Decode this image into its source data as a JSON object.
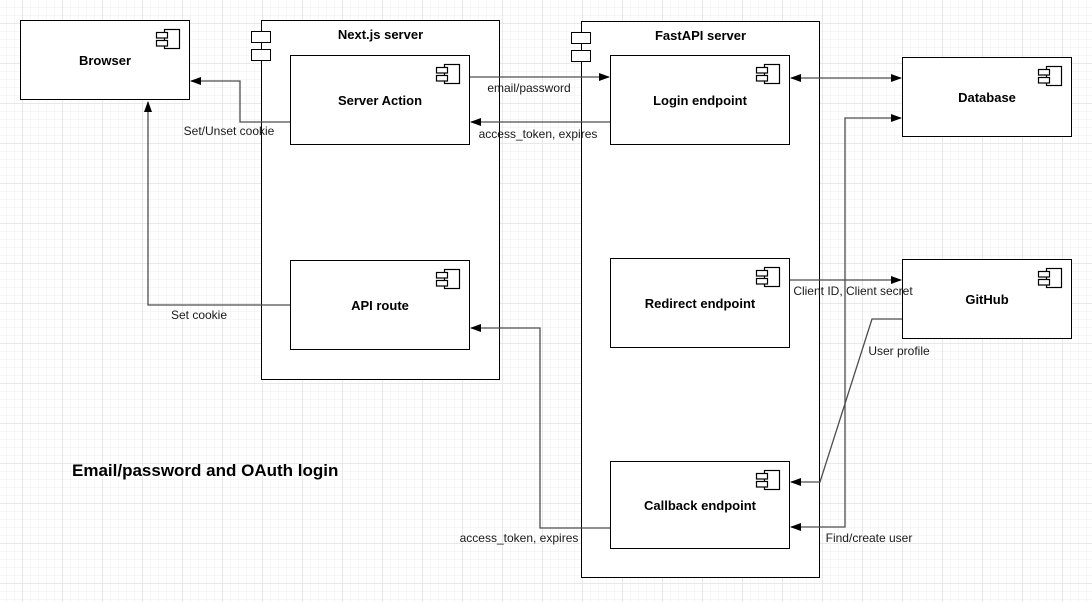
{
  "title": {
    "text": "Email/password and OAuth login"
  },
  "containers": {
    "nextjs": {
      "label": "Next.js server"
    },
    "fastapi": {
      "label": "FastAPI server"
    }
  },
  "components": {
    "browser": {
      "label": "Browser"
    },
    "server_action": {
      "label": "Server Action"
    },
    "api_route": {
      "label": "API route"
    },
    "login_endpoint": {
      "label": "Login endpoint"
    },
    "redirect_endpoint": {
      "label": "Redirect endpoint"
    },
    "callback_endpoint": {
      "label": "Callback endpoint"
    },
    "database": {
      "label": "Database"
    },
    "github": {
      "label": "GitHub"
    }
  },
  "edges": {
    "email_password": {
      "label": "email/password"
    },
    "access_token_top": {
      "label": "access_token, expires"
    },
    "set_unset_cookie": {
      "label": "Set/Unset cookie"
    },
    "set_cookie": {
      "label": "Set cookie"
    },
    "access_token_bottom": {
      "label": "access_token, expires"
    },
    "client_id_secret": {
      "label": "Client ID, Client secret"
    },
    "user_profile": {
      "label": "User profile"
    },
    "find_create_user": {
      "label": "Find/create user"
    }
  },
  "icons": {
    "component": "uml-component-icon"
  },
  "colors": {
    "shape_stroke": "#000000",
    "shape_fill": "#ffffff",
    "edge_stroke": "#4d4d4d",
    "arrow_fill": "#000000",
    "grid_major": "#e8e8e8",
    "grid_minor": "#f6f6f6",
    "canvas_bg": "#ffffff",
    "text": "#000000"
  }
}
